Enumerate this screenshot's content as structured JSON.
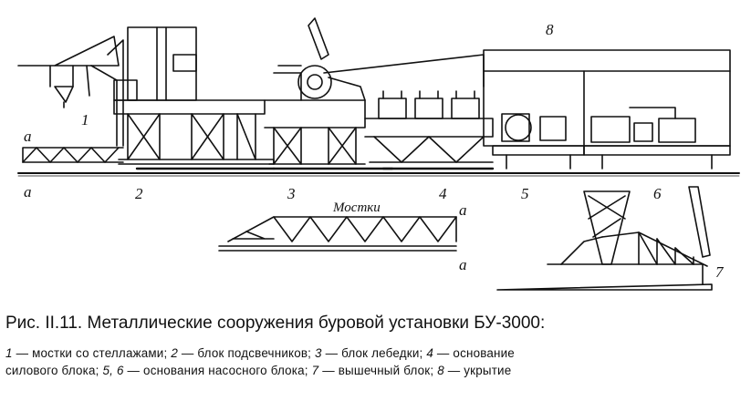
{
  "figure": {
    "labels": {
      "n1": "1",
      "n2": "2",
      "n3": "3",
      "n4": "4",
      "n5": "5",
      "n6": "6",
      "n7": "7",
      "n8": "8",
      "a_top_left": "a",
      "a_bottom_left": "a",
      "a_top_right": "a",
      "a_bottom_right": "a",
      "mostki": "Мостки"
    }
  },
  "caption": {
    "title": "Рис. II.11. Металлические сооружения буровой установки БУ-3000:",
    "line1": [
      {
        "num": "1",
        "text": " — мостки со стеллажами; "
      },
      {
        "num": "2",
        "text": " — блок подсвечников; "
      },
      {
        "num": "3",
        "text": " — блок лебедки; "
      },
      {
        "num": "4",
        "text": " — основание"
      }
    ],
    "line2": [
      {
        "num": "",
        "text": "силового блока; "
      },
      {
        "num": "5, 6",
        "text": " — основания насосного блока; "
      },
      {
        "num": "7",
        "text": " — вышечный блок; "
      },
      {
        "num": "8",
        "text": " — укрытие"
      }
    ]
  }
}
